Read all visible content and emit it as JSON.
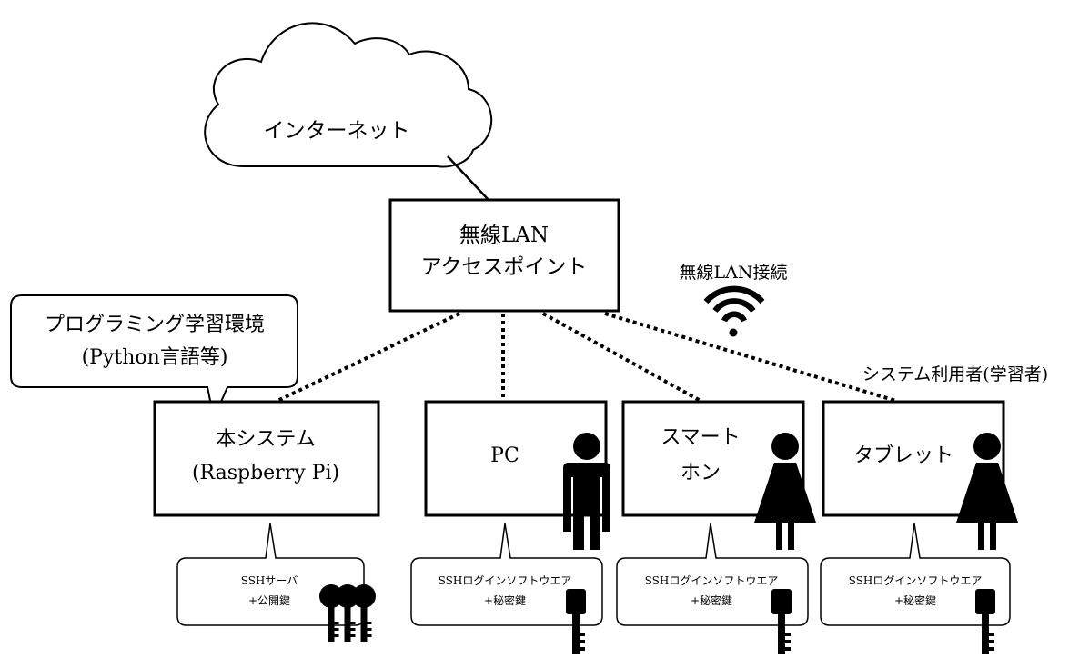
{
  "internet": {
    "label": "インターネット"
  },
  "access_point": {
    "line1": "無線LAN",
    "line2": "アクセスポイント"
  },
  "wireless": {
    "label": "無線LAN接続"
  },
  "users_label": "システム利用者(学習者)",
  "env_bubble": {
    "line1": "プログラミング学習環境",
    "line2": "(Python言語等)"
  },
  "server": {
    "line1": "本システム",
    "line2": "(Raspberry Pi)"
  },
  "server_note": {
    "line1": "SSHサーバ",
    "line2": "+公開鍵"
  },
  "devices": [
    {
      "line1": "PC",
      "line2": ""
    },
    {
      "line1": "スマート",
      "line2": "ホン"
    },
    {
      "line1": "タブレット",
      "line2": ""
    }
  ],
  "client_note": {
    "line1": "SSHログインソフトウエア",
    "line2": "+秘密鍵"
  },
  "icons": [
    "cloud-icon",
    "wifi-icon",
    "male-user-icon",
    "female-user-icon",
    "public-key-icon",
    "private-key-icon"
  ],
  "colors": {
    "stroke": "#000000",
    "background": "#ffffff"
  }
}
